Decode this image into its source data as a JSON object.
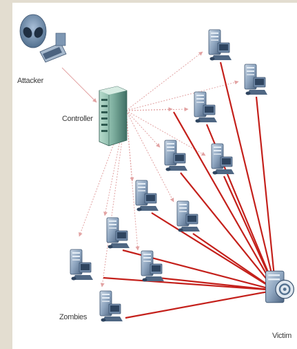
{
  "diagram": {
    "labels": {
      "attacker": "Attacker",
      "controller": "Controller",
      "zombies": "Zombies",
      "victim": "Victim"
    },
    "colors": {
      "background": "#e3ddd0",
      "panel": "#ffffff",
      "attack_arrow": "#c4201b",
      "control_arrow": "#e2a2a2",
      "server": "#90a8c2",
      "controller": "#7fb0a0"
    },
    "nodes": [
      {
        "id": "attacker",
        "role": "attacker",
        "icon": "alien-attacker-icon"
      },
      {
        "id": "controller",
        "role": "controller",
        "icon": "server-controller-icon"
      },
      {
        "id": "zombie-1",
        "role": "zombie",
        "icon": "server-icon"
      },
      {
        "id": "zombie-2",
        "role": "zombie",
        "icon": "server-icon"
      },
      {
        "id": "zombie-3",
        "role": "zombie",
        "icon": "server-icon"
      },
      {
        "id": "zombie-4",
        "role": "zombie",
        "icon": "server-icon"
      },
      {
        "id": "zombie-5",
        "role": "zombie",
        "icon": "server-icon"
      },
      {
        "id": "zombie-6",
        "role": "zombie",
        "icon": "server-icon"
      },
      {
        "id": "zombie-7",
        "role": "zombie",
        "icon": "server-icon"
      },
      {
        "id": "zombie-8",
        "role": "zombie",
        "icon": "server-icon"
      },
      {
        "id": "zombie-9",
        "role": "zombie",
        "icon": "server-icon"
      },
      {
        "id": "zombie-10",
        "role": "zombie",
        "icon": "server-icon"
      },
      {
        "id": "zombie-11",
        "role": "zombie",
        "icon": "server-icon"
      },
      {
        "id": "zombie-12",
        "role": "zombie",
        "icon": "server-icon"
      },
      {
        "id": "victim",
        "role": "victim",
        "icon": "server-victim-icon"
      }
    ],
    "edges": [
      {
        "from": "attacker",
        "to": "controller",
        "kind": "control"
      },
      {
        "from": "controller",
        "to": "zombie-1",
        "kind": "control"
      },
      {
        "from": "controller",
        "to": "zombie-2",
        "kind": "control"
      },
      {
        "from": "controller",
        "to": "zombie-3",
        "kind": "control"
      },
      {
        "from": "controller",
        "to": "zombie-4",
        "kind": "control"
      },
      {
        "from": "controller",
        "to": "zombie-5",
        "kind": "control"
      },
      {
        "from": "controller",
        "to": "zombie-6",
        "kind": "control"
      },
      {
        "from": "controller",
        "to": "zombie-7",
        "kind": "control"
      },
      {
        "from": "controller",
        "to": "zombie-8",
        "kind": "control"
      },
      {
        "from": "controller",
        "to": "zombie-9",
        "kind": "control"
      },
      {
        "from": "controller",
        "to": "zombie-10",
        "kind": "control"
      },
      {
        "from": "controller",
        "to": "zombie-11",
        "kind": "control"
      },
      {
        "from": "controller",
        "to": "zombie-12",
        "kind": "control"
      },
      {
        "from": "zombie-1",
        "to": "victim",
        "kind": "attack"
      },
      {
        "from": "zombie-2",
        "to": "victim",
        "kind": "attack"
      },
      {
        "from": "zombie-3",
        "to": "victim",
        "kind": "attack"
      },
      {
        "from": "zombie-4",
        "to": "victim",
        "kind": "attack"
      },
      {
        "from": "zombie-5",
        "to": "victim",
        "kind": "attack"
      },
      {
        "from": "zombie-6",
        "to": "victim",
        "kind": "attack"
      },
      {
        "from": "zombie-7",
        "to": "victim",
        "kind": "attack"
      },
      {
        "from": "zombie-8",
        "to": "victim",
        "kind": "attack"
      },
      {
        "from": "zombie-9",
        "to": "victim",
        "kind": "attack"
      },
      {
        "from": "zombie-10",
        "to": "victim",
        "kind": "attack"
      },
      {
        "from": "zombie-11",
        "to": "victim",
        "kind": "attack"
      },
      {
        "from": "zombie-12",
        "to": "victim",
        "kind": "attack"
      }
    ]
  }
}
